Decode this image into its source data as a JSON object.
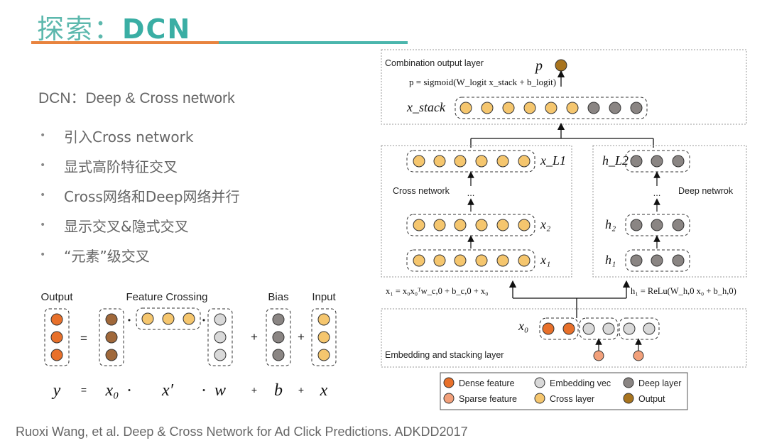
{
  "slide": {
    "title_cn": "探索：",
    "title_en": "DCN",
    "subtitle": "DCN：Deep & Cross network",
    "bullets": [
      "引入Cross network",
      "显式高阶特征交叉",
      "Cross网络和Deep网络并行",
      "显示交叉&隐式交叉",
      "“元素”级交叉"
    ],
    "citation": "Ruoxi Wang, et al. Deep & Cross Network for Ad Click Predictions. ADKDD2017"
  },
  "formula": {
    "output_label": "Output",
    "feature_crossing_label": "Feature Crossing",
    "bias_label": "Bias",
    "input_label": "Input",
    "eq": "=",
    "plus": "+",
    "dot": "•",
    "y": "y",
    "x0": "x₀",
    "xprime": "x′",
    "w": "w",
    "b": "b",
    "x": "x"
  },
  "network": {
    "combination_label": "Combination output layer",
    "p_label": "p",
    "sigmoid_eq": "p = sigmoid(W_logit x_stack + b_logit)",
    "xstack_label": "x_stack",
    "cross_network_label": "Cross network",
    "deep_network_label": "Deep netwrok",
    "xL1_label": "x_L1",
    "x2_label": "x₂",
    "x1_label": "x₁",
    "hL2_label": "h_L2",
    "h2_label": "h₂",
    "h1_label": "h₁",
    "ellipsis": "...",
    "x1_eq": "x₁ = x₀x₀ᵀw_c,0 + b_c,0 + x₀",
    "h1_eq": "h₁ = ReLu(W_h,0 x₀ + b_h,0)",
    "x0_label": "x₀",
    "embedding_label": "Embedding and stacking layer"
  },
  "legend": {
    "items": [
      {
        "label": "Dense feature",
        "color": "#e8702a"
      },
      {
        "label": "Embedding vec",
        "color": "#d9d9d9"
      },
      {
        "label": "Deep layer",
        "color": "#8a8583"
      },
      {
        "label": "Sparse feature",
        "color": "#f2a07a"
      },
      {
        "label": "Cross layer",
        "color": "#f5c66e"
      },
      {
        "label": "Output",
        "color": "#a8741e"
      }
    ]
  },
  "colors": {
    "title_teal": "#3aaea4",
    "rule_orange": "#e8833e",
    "rule_teal": "#4bb6ad",
    "dense": "#e8702a",
    "sparse": "#f2a07a",
    "embed": "#d9d9d9",
    "cross": "#f5c66e",
    "deep": "#8a8583",
    "output": "#a8741e",
    "brown": "#a0683a"
  }
}
